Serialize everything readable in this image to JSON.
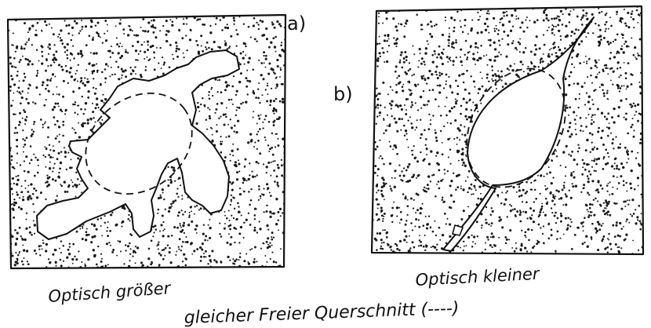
{
  "labels": {
    "panel_a": "a)",
    "panel_b": "b)",
    "caption_a": "Optisch größer",
    "caption_b": "Optisch kleiner",
    "footer": "gleicher Freier Querschnitt (----)"
  },
  "colors": {
    "ink": "#111111",
    "paper": "#ffffff"
  }
}
